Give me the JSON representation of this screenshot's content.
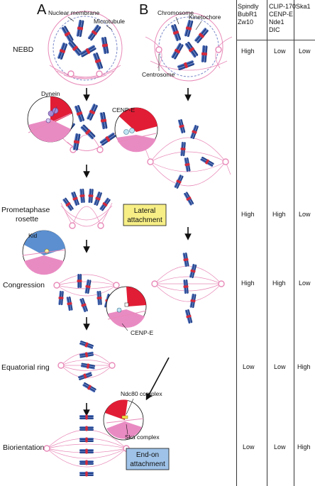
{
  "panels": {
    "left": "A",
    "right": "B"
  },
  "stages": {
    "nebd": "NEBD",
    "rosette_line1": "Prometaphase",
    "rosette_line2": "rosette",
    "congression": "Congression",
    "equatorial": "Equatorial ring",
    "biorientation": "Biorientation"
  },
  "annotations": {
    "nuclear_membrane": "Nuclear membrane",
    "microtubule": "Microtubule",
    "chromosome": "Chromosome",
    "kinetochore": "Kinetochore",
    "centrosome": "Centrosome",
    "dynein": "Dynein",
    "cenp_e_top": "CENP-E",
    "kid": "Kid",
    "cenp_e_bottom": "CENP-E",
    "ndc80": "Ndc80 complex",
    "ska": "Ska complex"
  },
  "boxes": {
    "lateral_line1": "Lateral",
    "lateral_line2": "attachment",
    "endon_line1": "End-on",
    "endon_line2": "attachment"
  },
  "table": {
    "col1": [
      "Spindly",
      "BubR1",
      "Zw10"
    ],
    "col2": [
      "CLIP-170",
      "CENP-E",
      "Nde1",
      "DIC"
    ],
    "col3": [
      "Ska1"
    ],
    "rows": [
      {
        "values": [
          "High",
          "Low",
          "Low"
        ]
      },
      {
        "values": [
          "High",
          "High",
          "Low"
        ]
      },
      {
        "values": [
          "High",
          "High",
          "Low"
        ]
      },
      {
        "values": [
          "Low",
          "Low",
          "High"
        ]
      },
      {
        "values": [
          "Low",
          "Low",
          "High"
        ]
      }
    ]
  },
  "colors": {
    "chromosome": "#2b4f9e",
    "kinetochore": "#d42a3c",
    "spindle": "#e88ab8",
    "membrane": "#7a88c8",
    "lateral_box": "#f7ef86",
    "endon_box": "#9fc3e8",
    "inset_red": "#e11d35",
    "inset_pink": "#e98bc3",
    "inset_blue": "#5b8fd0"
  }
}
